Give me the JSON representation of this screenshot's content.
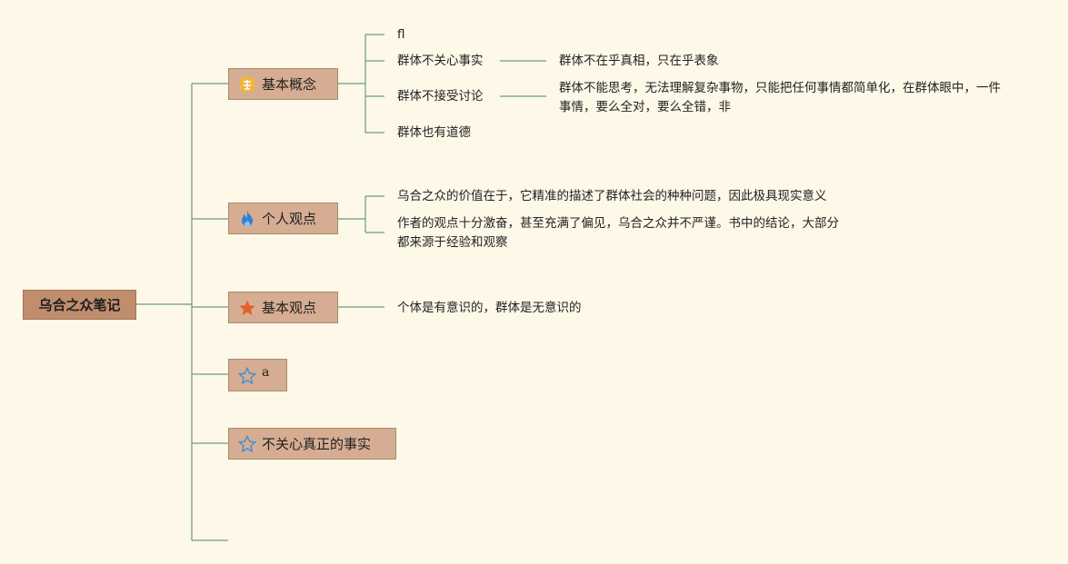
{
  "root": {
    "label": "乌合之众笔记"
  },
  "branches": [
    {
      "label": "基本概念",
      "icon": "chinese-character-icon",
      "children": [
        {
          "label": "fl"
        },
        {
          "label": "群体不关心事实",
          "detail": "群体不在乎真相，只在乎表象"
        },
        {
          "label": "群体不接受讨论",
          "detail": "群体不能思考，无法理解复杂事物，只能把任何事情都简单化，在群体眼中，一件事情，要么全对，要么全错，非"
        },
        {
          "label": "群体也有道德"
        }
      ]
    },
    {
      "label": "个人观点",
      "icon": "flame-icon",
      "children": [
        {
          "label": "乌合之众的价值在于，它精准的描述了群体社会的种种问题，因此极具现实意义"
        },
        {
          "label": "作者的观点十分激奋，甚至充满了偏见，乌合之众并不严谨。书中的结论，大部分都来源于经验和观察"
        }
      ]
    },
    {
      "label": "基本观点",
      "icon": "star-filled-icon",
      "children": [
        {
          "label": "个体是有意识的，群体是无意识的"
        }
      ]
    },
    {
      "label": "a",
      "icon": "star-outline-icon",
      "children": []
    },
    {
      "label": "不关心真正的事实",
      "icon": "star-outline-icon",
      "children": []
    }
  ],
  "colors": {
    "background": "#fdf8e8",
    "root_fill": "#c08d6d",
    "branch_fill": "#d6ad92",
    "line": "#6d9a86",
    "flame": "#2f7fd6",
    "star_filled": "#e2622f",
    "star_outline": "#3b8fd6",
    "badge": "#f0b440"
  }
}
